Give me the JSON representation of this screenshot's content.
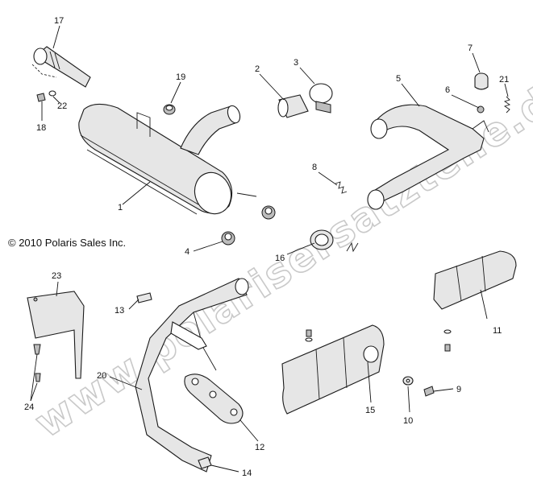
{
  "diagram": {
    "copyright": "© 2010 Polaris Sales Inc.",
    "watermark": "www.polarisersatzteile.de",
    "callouts": [
      "1",
      "2",
      "3",
      "4",
      "5",
      "6",
      "7",
      "8",
      "9",
      "10",
      "11",
      "12",
      "13",
      "14",
      "15",
      "16",
      "17",
      "18",
      "19",
      "20",
      "21",
      "22",
      "23",
      "24"
    ]
  }
}
